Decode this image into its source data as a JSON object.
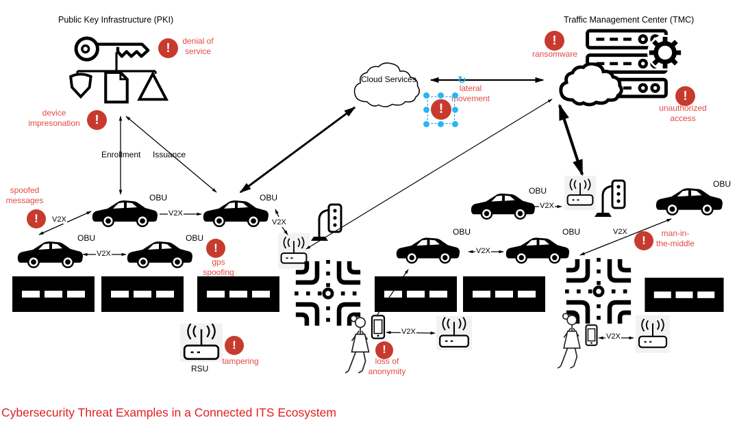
{
  "page": {
    "title": "Cybersecurity Threat Examples in a Connected ITS Ecosystem"
  },
  "pki": {
    "title": "Public Key Infrastructure (PKI)",
    "enrollment": "Enrollment",
    "issuance": "Issuance"
  },
  "tmc": {
    "title": "Traffic Management Center (TMC)"
  },
  "cloud": {
    "label": "Cloud Services"
  },
  "labels": {
    "obu": "OBU",
    "v2x": "V2X",
    "rsu": "RSU"
  },
  "badge": {
    "glyph": "!"
  },
  "threats": {
    "denial_of_service": {
      "l1": "denial of",
      "l2": "service"
    },
    "device_impresonation": {
      "l1": "device",
      "l2": "impresonation"
    },
    "ransomware": {
      "l1": "ransomware"
    },
    "unauthorized_access": {
      "l1": "unauthorized",
      "l2": "access"
    },
    "lateral_movement": {
      "l1": "lateral",
      "l2": "movement"
    },
    "spoofed_messages": {
      "l1": "spoofed",
      "l2": "messages"
    },
    "gps_spoofing": {
      "l1": "gps",
      "l2": "spoofing"
    },
    "tampering": {
      "l1": "tampering"
    },
    "man_in_the_middle": {
      "l1": "man-in-",
      "l2": "the-middle"
    },
    "loss_of_anonymity": {
      "l1": "loss of",
      "l2": "anonymity"
    }
  },
  "colors": {
    "badge_fill": "#c73b2f",
    "threat_text": "#e04a45",
    "title_text": "#e02020",
    "selection_blue": "#29b6f2",
    "rsu_background": "#f2f2f2",
    "shape_black": "#000000"
  }
}
